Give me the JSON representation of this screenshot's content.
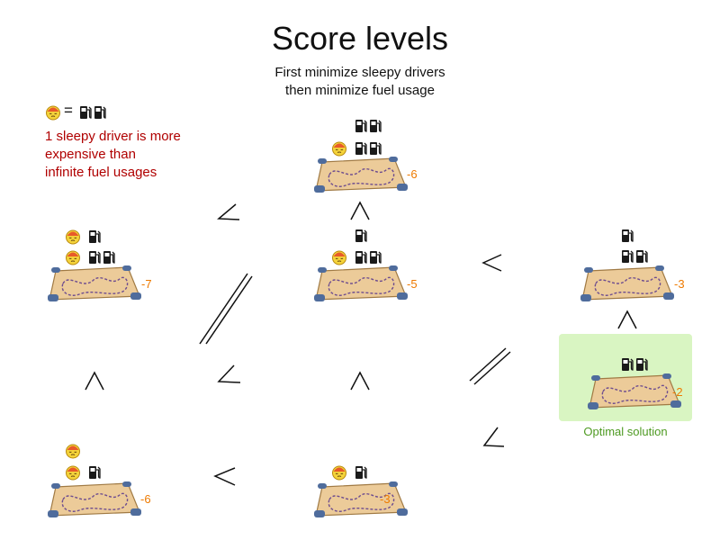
{
  "title": "Score levels",
  "subtitle_lines": [
    "First minimize sleepy drivers",
    "then minimize fuel usage"
  ],
  "note_lines": [
    "1 sleepy driver is more",
    "expensive than",
    "infinite fuel usages"
  ],
  "legend_equals": "=",
  "optimal_label": "Optimal solution",
  "colors": {
    "score": "#ee7a00",
    "note": "#b00000",
    "optimal_bg": "#d9f5c2",
    "optimal_text": "#4e9a22"
  },
  "icons": {
    "driver": "sleepy-face-icon",
    "fuel": "fuel-pump-icon",
    "map": "route-map-icon"
  },
  "solutions": [
    {
      "id": "top-center",
      "score": "-6",
      "sleepy": 1,
      "fuel": 4
    },
    {
      "id": "mid-left",
      "score": "-7",
      "sleepy": 2,
      "fuel": 3
    },
    {
      "id": "mid-center",
      "score": "-5",
      "sleepy": 1,
      "fuel": 3
    },
    {
      "id": "mid-right",
      "score": "-3",
      "sleepy": 0,
      "fuel": 3
    },
    {
      "id": "optimal",
      "score": "-2",
      "sleepy": 0,
      "fuel": 2
    },
    {
      "id": "bottom-left",
      "score": "-6",
      "sleepy": 2,
      "fuel": 1
    },
    {
      "id": "bottom-center",
      "score": "-3",
      "sleepy": 1,
      "fuel": 1
    }
  ],
  "relations": [
    "<",
    "∧",
    "∧",
    "<",
    "//",
    "<",
    "//",
    "∧",
    "∧",
    "∧",
    "<",
    "<"
  ]
}
